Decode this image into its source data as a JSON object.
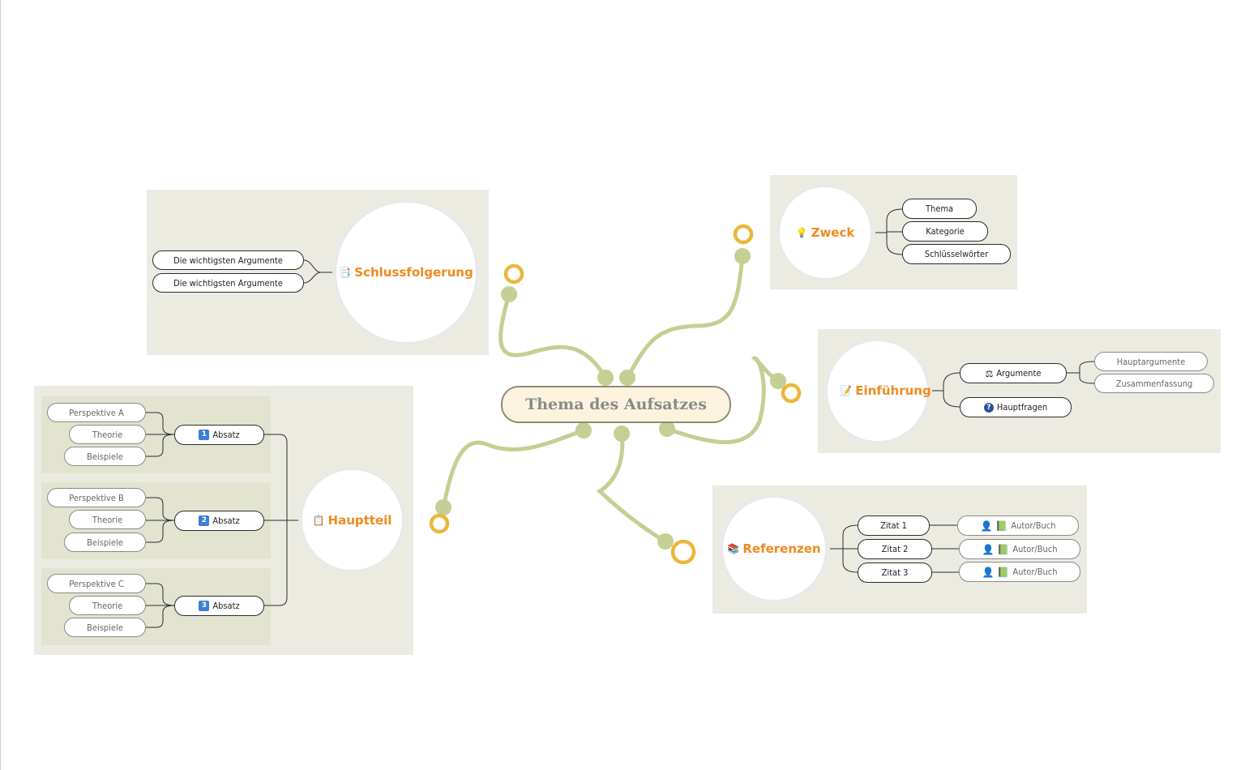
{
  "central_topic": "Thema des Aufsatzes",
  "colors": {
    "accent": "#ef8a1d",
    "branch": "#c4cf93",
    "ring": "#eab73a",
    "panel": "#ecebe2",
    "subpanel": "#e3e4d0"
  },
  "schlussfolgerung": {
    "title": "Schlussfolgerung",
    "icon": "document-icon",
    "items": [
      "Die wichtigsten Argumente",
      "Die wichtigsten Argumente"
    ]
  },
  "zweck": {
    "title": "Zweck",
    "icon": "lightbulb-icon",
    "items": [
      "Thema",
      "Kategorie",
      "Schlüsselwörter"
    ]
  },
  "einfuehrung": {
    "title": "Einführung",
    "icon": "pencil-icon",
    "argumente": {
      "label": "Argumente",
      "icon": "gavel-icon",
      "children": [
        "Hauptargumente",
        "Zusammenfassung"
      ]
    },
    "hauptfragen": {
      "label": "Hauptfragen",
      "icon": "question-icon"
    }
  },
  "hauptteil": {
    "title": "Hauptteil",
    "icon": "clipboard-icon",
    "absaetze": [
      {
        "number": "1",
        "label": "Absatz",
        "children": [
          "Perspektive A",
          "Theorie",
          "Beispiele"
        ]
      },
      {
        "number": "2",
        "label": "Absatz",
        "children": [
          "Perspektive B",
          "Theorie",
          "Beispiele"
        ]
      },
      {
        "number": "3",
        "label": "Absatz",
        "children": [
          "Perspektive C",
          "Theorie",
          "Beispiele"
        ]
      }
    ]
  },
  "referenzen": {
    "title": "Referenzen",
    "icon": "books-icon",
    "zitate": [
      {
        "label": "Zitat 1",
        "source": "Autor/Buch"
      },
      {
        "label": "Zitat 2",
        "source": "Autor/Buch"
      },
      {
        "label": "Zitat 3",
        "source": "Autor/Buch"
      }
    ]
  }
}
